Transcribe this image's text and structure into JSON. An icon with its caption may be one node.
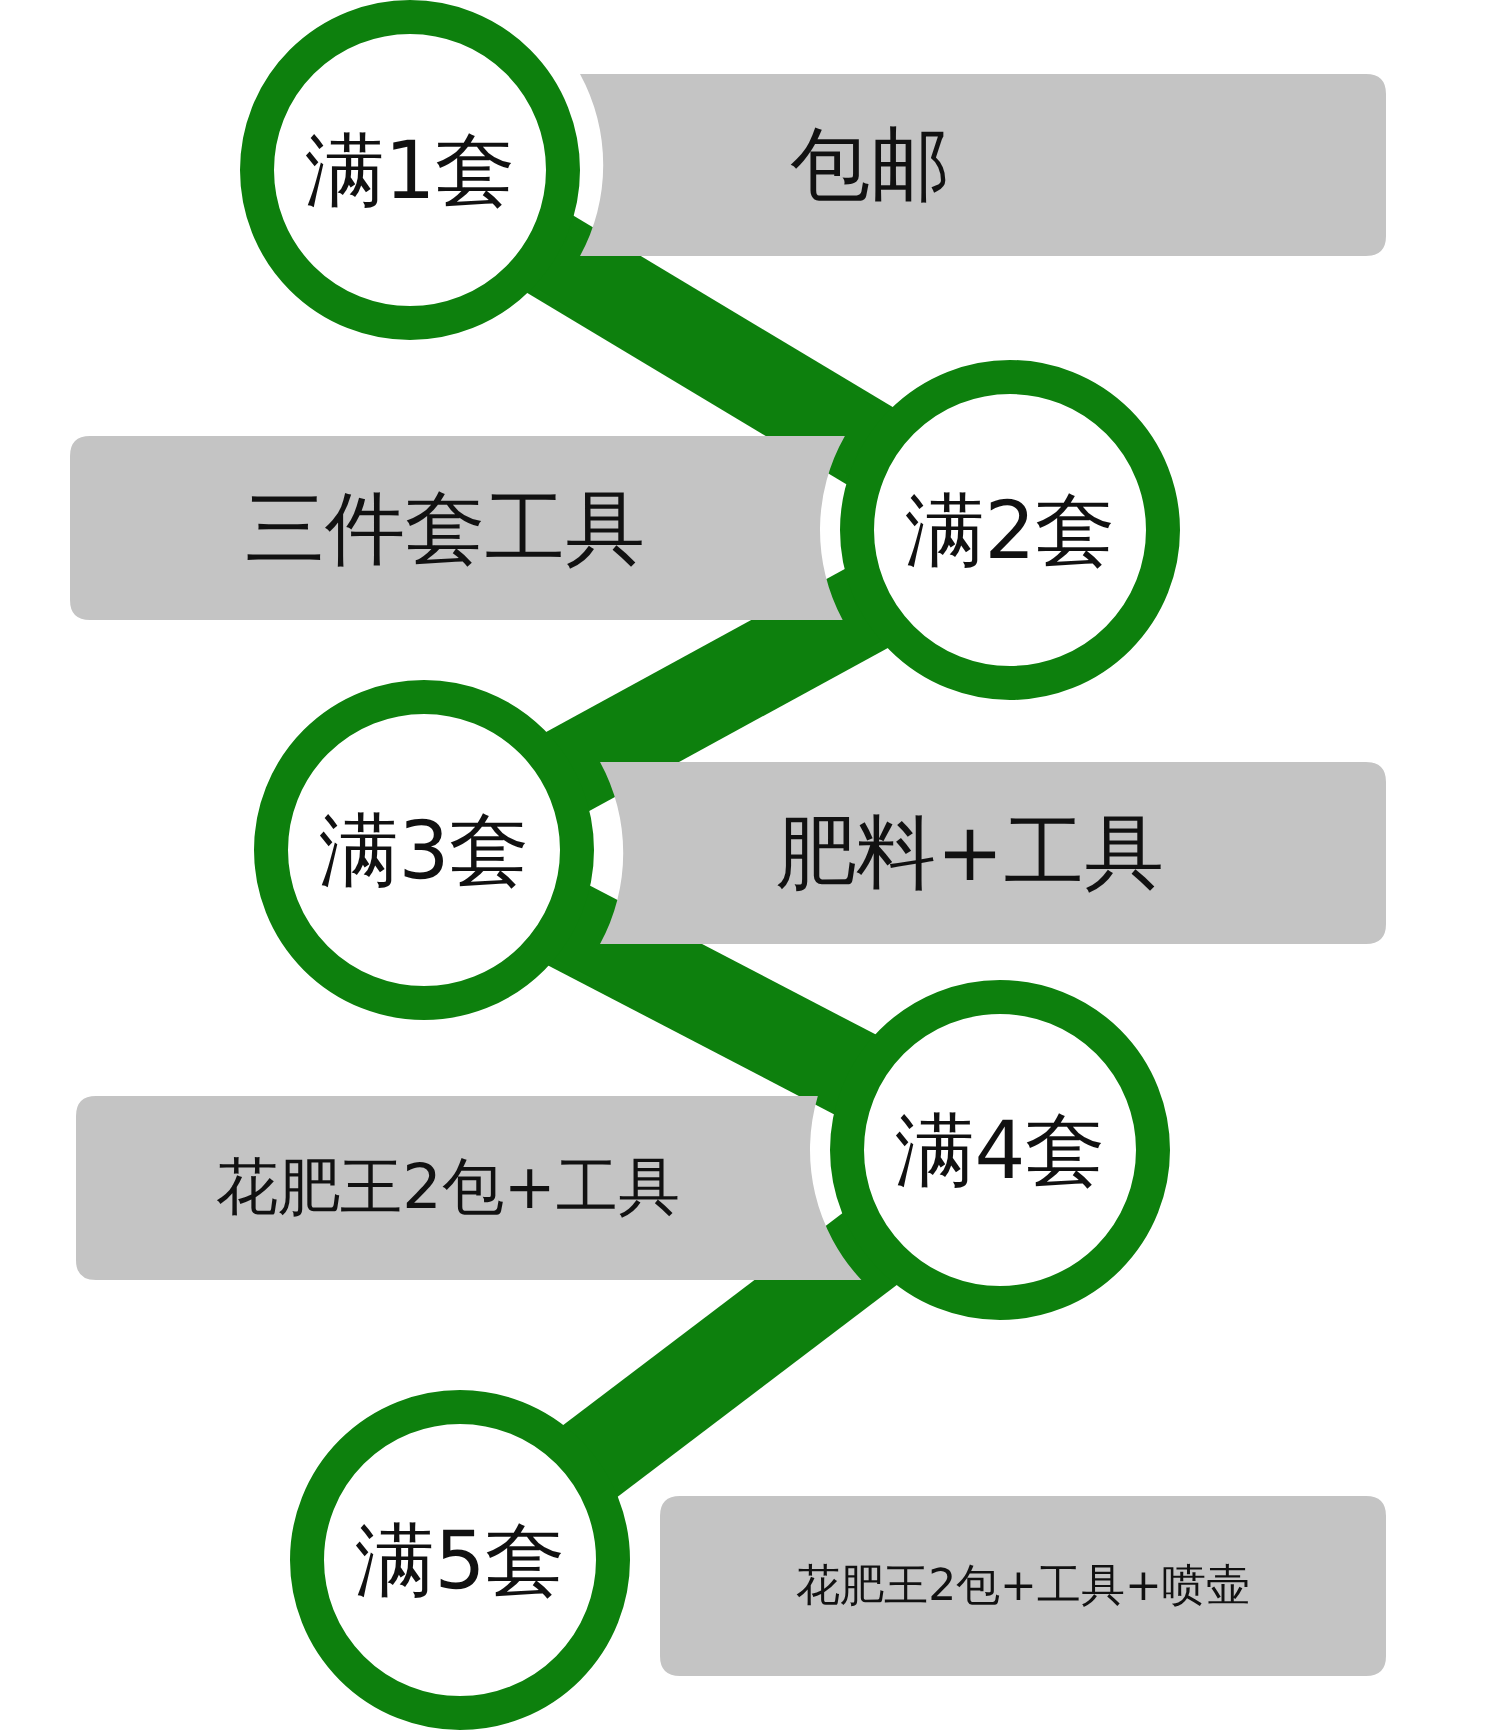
{
  "diagram": {
    "nodes": [
      {
        "text": [
          "满1套"
        ]
      },
      {
        "text": [
          "包邮"
        ]
      },
      {
        "text": [
          "三件套工具"
        ]
      },
      {
        "text": [
          "满2套"
        ]
      },
      {
        "text": [
          "满3套"
        ]
      },
      {
        "text": [
          "肥料+工具"
        ]
      },
      {
        "text": [
          "花肥王2包+工具"
        ]
      },
      {
        "text": [
          "满4套"
        ]
      },
      {
        "text": [
          "满5套"
        ]
      },
      {
        "text": [
          "花肥王2包+工具+喷壶"
        ]
      }
    ],
    "edges": [
      {
        "from": 0,
        "to": 3,
        "arrow": "none"
      },
      {
        "from": 3,
        "to": 4,
        "arrow": "none"
      },
      {
        "from": 4,
        "to": 7,
        "arrow": "none"
      },
      {
        "from": 7,
        "to": 8,
        "arrow": "none"
      }
    ]
  }
}
